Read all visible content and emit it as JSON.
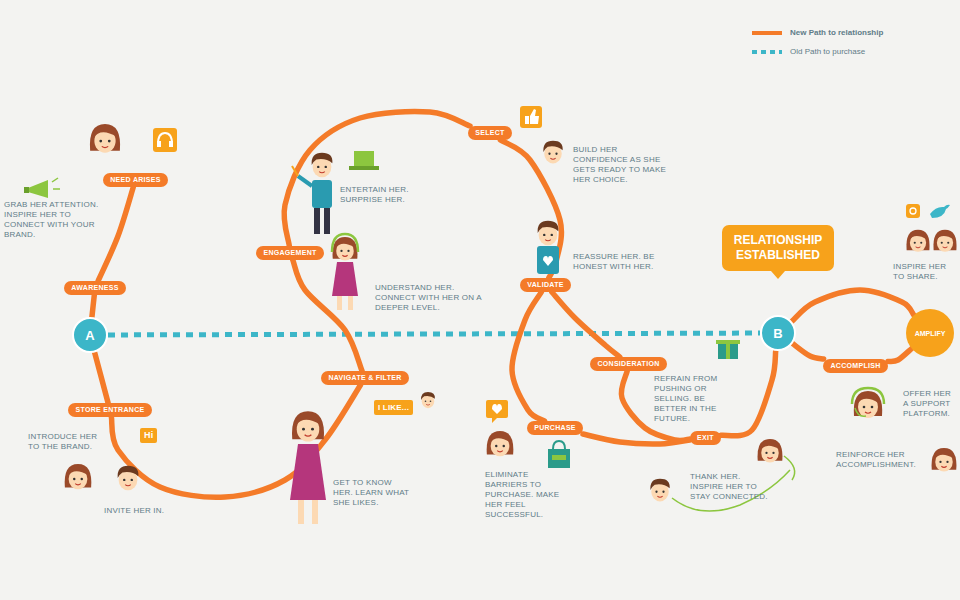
{
  "diagram": {
    "nodes": [
      {
        "text": [
          "NEED ARISES"
        ]
      },
      {
        "text": [
          "AWARENESS"
        ]
      },
      {
        "text": [
          "A"
        ]
      },
      {
        "text": [
          "STORE ENTRANCE"
        ]
      },
      {
        "text": [
          "ENGAGEMENT"
        ]
      },
      {
        "text": [
          "NAVIGATE & FILTER"
        ]
      },
      {
        "text": [
          "SELECT"
        ]
      },
      {
        "text": [
          "VALIDATE"
        ]
      },
      {
        "text": [
          "CONSIDERATION"
        ]
      },
      {
        "text": [
          "PURCHASE"
        ]
      },
      {
        "text": [
          "EXIT"
        ]
      },
      {
        "text": [
          "RELATIONSHIP ESTABLISHED"
        ]
      },
      {
        "text": [
          "B"
        ]
      },
      {
        "text": [
          "ACCOMPLISH"
        ]
      },
      {
        "text": [
          "AMPLIFY"
        ]
      }
    ],
    "edges": [
      {
        "from": 0,
        "to": 1,
        "arrow": "none"
      },
      {
        "from": 1,
        "to": 2,
        "arrow": "none"
      },
      {
        "from": 2,
        "to": 3,
        "arrow": "none"
      },
      {
        "from": 3,
        "to": 5,
        "arrow": "none"
      },
      {
        "from": 5,
        "to": 4,
        "arrow": "none"
      },
      {
        "from": 4,
        "to": 6,
        "arrow": "none"
      },
      {
        "from": 6,
        "to": 7,
        "arrow": "none"
      },
      {
        "from": 7,
        "to": 9,
        "arrow": "none"
      },
      {
        "from": 9,
        "to": 10,
        "arrow": "none"
      },
      {
        "from": 7,
        "to": 8,
        "arrow": "none"
      },
      {
        "from": 8,
        "to": 10,
        "arrow": "none"
      },
      {
        "from": 10,
        "to": 12,
        "arrow": "none"
      },
      {
        "from": 12,
        "to": 13,
        "arrow": "none"
      },
      {
        "from": 13,
        "to": 14,
        "arrow": "none"
      },
      {
        "from": 14,
        "to": 12,
        "arrow": "none"
      },
      {
        "from": 2,
        "to": 12,
        "arrow": "none"
      }
    ],
    "labels": [
      "GRAB HER ATTENTION. INSPIRE HER TO CONNECT WITH YOUR BRAND.",
      "INTRODUCE HER TO THE BRAND.",
      "Hi",
      "INVITE HER IN.",
      "ENTERTAIN HER. SURPRISE HER.",
      "UNDERSTAND HER. CONNECT WITH HER ON A DEEPER LEVEL.",
      "I LIKE...",
      "GET TO KNOW HER. LEARN WHAT SHE LIKES.",
      "BUILD HER CONFIDENCE AS SHE GETS READY TO MAKE HER CHOICE.",
      "REASSURE HER. BE HONEST WITH HER.",
      "REFRAIN FROM PUSHING OR SELLING. BE BETTER IN THE FUTURE.",
      "ELIMINATE BARRIERS TO PURCHASE. MAKE HER FEEL SUCCESSFUL.",
      "THANK HER. INSPIRE HER TO STAY CONNECTED.",
      "INSPIRE HER TO SHARE.",
      "OFFER HER A SUPPORT PLATFORM.",
      "REINFORCE HER ACCOMPLISHMENT."
    ],
    "legend": [
      {
        "text": "New Path to relationship"
      },
      {
        "text": "Old Path to purchase"
      }
    ]
  }
}
